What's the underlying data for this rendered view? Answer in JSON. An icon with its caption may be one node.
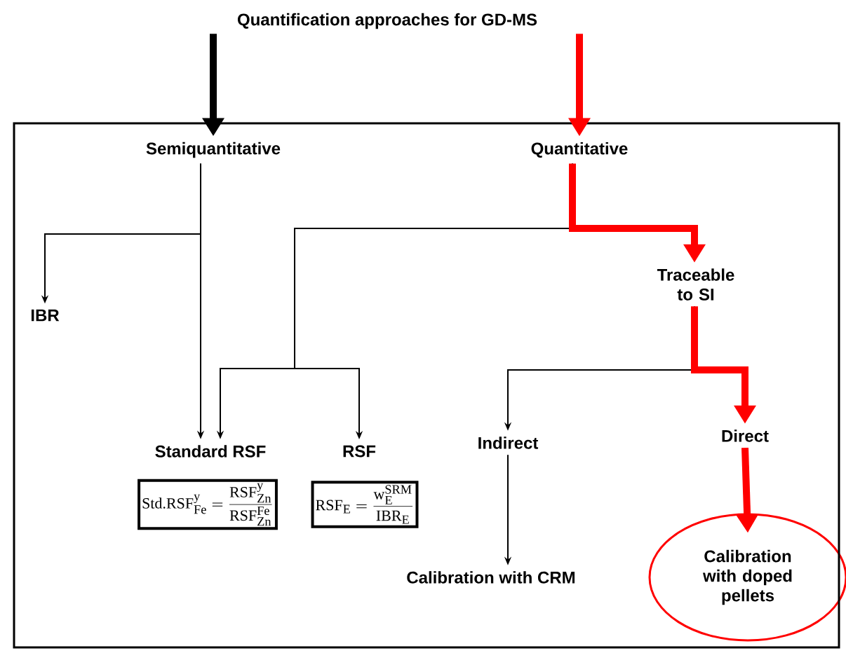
{
  "diagram": {
    "title": "Quantification approaches for GD-MS",
    "nodes": [
      {
        "text": [],
        "shape": "box"
      },
      {
        "text": [
          "Semiquantitative"
        ],
        "in": 0
      },
      {
        "text": [
          "Quantitative"
        ],
        "in": 0
      },
      {
        "text": [
          "IBR"
        ],
        "in": 0
      },
      {
        "text": [
          "Traceable to SI"
        ],
        "in": 0
      },
      {
        "text": [
          "Standard RSF"
        ],
        "in": 0
      },
      {
        "text": [
          "Std.RSF_{Fe}^{y}=\\frac{RSF_{Zn}^{y}}{RSF_{Zn}^{Fe}}"
        ],
        "in": 0
      },
      {
        "text": [
          "RSF"
        ],
        "in": 0
      },
      {
        "text": [
          "RSF_{E}=\\frac{w_{E}^{SRM}}{IBR_{E}}"
        ],
        "in": 0
      },
      {
        "text": [
          "Indirect"
        ],
        "in": 0
      },
      {
        "text": [
          "Direct"
        ],
        "in": 0
      },
      {
        "text": [
          "Calibration with CRM"
        ],
        "in": 0
      },
      {
        "text": [
          "Calibration with doped pellets"
        ],
        "in": 0
      }
    ],
    "edges": [
      {
        "from": null,
        "to": 1,
        "arrow": "to",
        "style": "thick"
      },
      {
        "from": null,
        "to": 2,
        "arrow": "to",
        "style": "thick",
        "color": "#ff0000"
      },
      {
        "from": 1,
        "to": 3,
        "arrow": "to"
      },
      {
        "from": 1,
        "to": 5,
        "arrow": "to"
      },
      {
        "from": 2,
        "to": 5,
        "arrow": "to"
      },
      {
        "from": 2,
        "to": 7,
        "arrow": "to"
      },
      {
        "from": 2,
        "to": 4,
        "arrow": "to",
        "style": "thick",
        "color": "#ff0000"
      },
      {
        "from": 4,
        "to": 9,
        "arrow": "to"
      },
      {
        "from": 4,
        "to": 10,
        "arrow": "to",
        "style": "thick",
        "color": "#ff0000"
      },
      {
        "from": 9,
        "to": 11,
        "arrow": "to"
      },
      {
        "from": 10,
        "to": 12,
        "arrow": "to",
        "style": "thick",
        "color": "#ff0000"
      }
    ]
  }
}
